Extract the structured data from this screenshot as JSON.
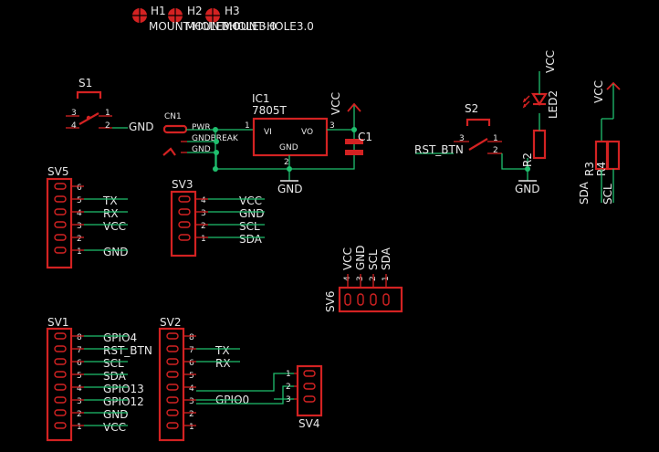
{
  "colors": {
    "background": "#000000",
    "wire": "#1fbf6e",
    "part": "#d32222",
    "text": "#e8e8e8"
  },
  "holes": {
    "h1": "H1",
    "h2": "H2",
    "h3": "H3",
    "value": "MOUNT-HOLE3.0"
  },
  "s1": {
    "name": "S1",
    "p3": "3",
    "p4": "4",
    "p1": "1",
    "p2": "2",
    "net": "GND"
  },
  "cn1": {
    "name": "CN1",
    "pwr": "PWR",
    "gndbreak": "GNDBREAK",
    "gnd": "GND"
  },
  "ic1": {
    "name": "IC1",
    "value": "7805T",
    "vi": "VI",
    "vo": "VO",
    "gnd": "GND",
    "p1": "1",
    "p2": "2",
    "p3": "3",
    "gnd_net": "GND",
    "vcc": "VCC"
  },
  "c1": {
    "name": "C1"
  },
  "s2": {
    "name": "S2",
    "p3": "3",
    "p1": "1",
    "p2": "2",
    "net": "RST_BTN"
  },
  "r2": {
    "name": "R2",
    "gnd": "GND"
  },
  "led2": {
    "name": "LED2",
    "vcc": "VCC"
  },
  "r3r4": {
    "r3": "R3",
    "r4": "R4",
    "vcc": "VCC",
    "sda": "SDA",
    "scl": "SCL"
  },
  "sv5": {
    "name": "SV5",
    "pins": [
      "6",
      "5",
      "4",
      "3",
      "2",
      "1"
    ],
    "nets": [
      "",
      "TX",
      "RX",
      "VCC",
      "",
      "GND"
    ]
  },
  "sv3": {
    "name": "SV3",
    "pins": [
      "4",
      "3",
      "2",
      "1"
    ],
    "nets": [
      "VCC",
      "GND",
      "SCL",
      "SDA"
    ]
  },
  "sv6": {
    "name": "SV6",
    "pins": [
      "4",
      "3",
      "2",
      "1"
    ],
    "nets": [
      "VCC",
      "GND",
      "SCL",
      "SDA"
    ]
  },
  "sv1": {
    "name": "SV1",
    "pins": [
      "8",
      "7",
      "6",
      "5",
      "4",
      "3",
      "2",
      "1"
    ],
    "nets": [
      "GPIO4",
      "RST_BTN",
      "SCL",
      "SDA",
      "GPIO13",
      "GPIO12",
      "GND",
      "VCC"
    ]
  },
  "sv2": {
    "name": "SV2",
    "pins": [
      "8",
      "7",
      "6",
      "5",
      "4",
      "3",
      "2",
      "1"
    ],
    "nets": [
      "",
      "TX",
      "RX",
      "",
      "",
      "GPIO0",
      "",
      ""
    ]
  },
  "sv4": {
    "name": "SV4",
    "pins": [
      "1",
      "2",
      "3"
    ]
  }
}
